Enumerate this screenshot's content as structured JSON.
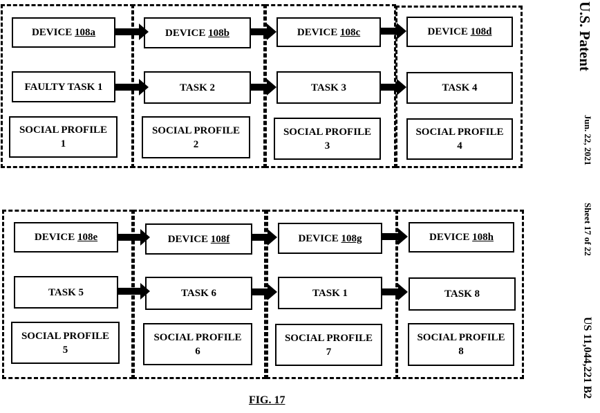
{
  "header": {
    "title": "U.S. Patent",
    "date": "Jun. 22, 2021",
    "sheet": "Sheet 17 of 22",
    "patent_number": "US 11,044,221 B2"
  },
  "figure_label": "FIG. 17",
  "rows": [
    {
      "columns": [
        {
          "device_prefix": "DEVICE ",
          "device_num": "108a",
          "task": "FAULTY TASK 1",
          "profile": "SOCIAL PROFILE\n1"
        },
        {
          "device_prefix": "DEVICE ",
          "device_num": "108b",
          "task": "TASK 2",
          "profile": "SOCIAL PROFILE\n2"
        },
        {
          "device_prefix": "DEVICE ",
          "device_num": "108c",
          "task": "TASK 3",
          "profile": "SOCIAL PROFILE\n3"
        },
        {
          "device_prefix": "DEVICE ",
          "device_num": "108d",
          "task": "TASK 4",
          "profile": "SOCIAL PROFILE\n4"
        }
      ]
    },
    {
      "columns": [
        {
          "device_prefix": "DEVICE ",
          "device_num": "108e",
          "task": "TASK 5",
          "profile": "SOCIAL PROFILE\n5"
        },
        {
          "device_prefix": "DEVICE ",
          "device_num": "108f",
          "task": "TASK 6",
          "profile": "SOCIAL PROFILE\n6"
        },
        {
          "device_prefix": "DEVICE ",
          "device_num": "108g",
          "task": "TASK 1",
          "profile": "SOCIAL PROFILE\n7"
        },
        {
          "device_prefix": "DEVICE ",
          "device_num": "108h",
          "task": "TASK 8",
          "profile": "SOCIAL PROFILE\n8"
        }
      ]
    }
  ]
}
